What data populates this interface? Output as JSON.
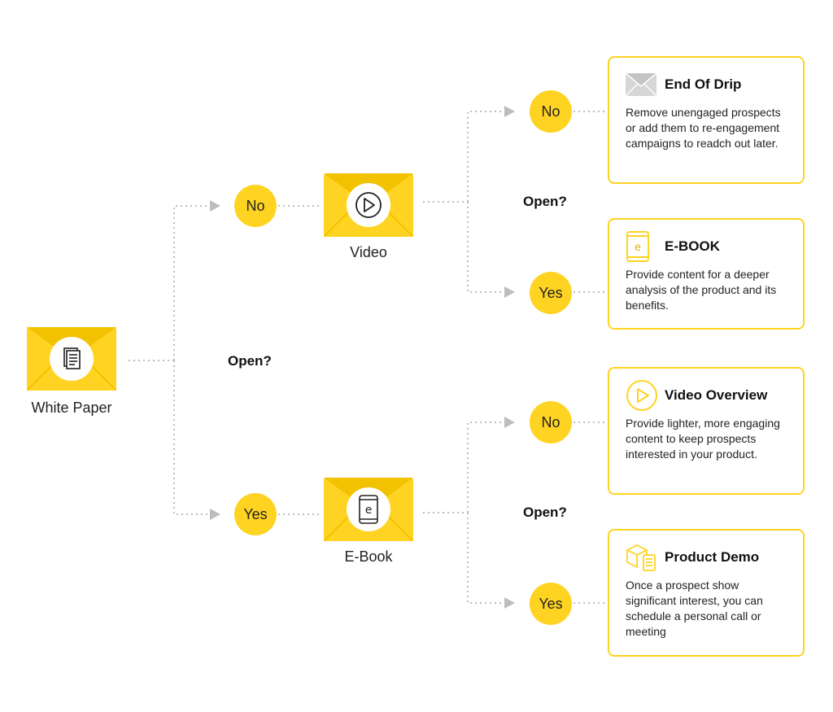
{
  "colors": {
    "accent": "#FFD321",
    "accent_dark": "#F2C200",
    "connector": "#bdbdbd"
  },
  "nodes": {
    "white_paper": {
      "label": "White Paper",
      "icon": "document-icon"
    },
    "video": {
      "label": "Video",
      "icon": "play-icon"
    },
    "ebook": {
      "label": "E-Book",
      "icon": "ebook-icon"
    }
  },
  "decisions": {
    "first": "Open?",
    "after_video": "Open?",
    "after_ebook": "Open?"
  },
  "branches": {
    "wp_no": "No",
    "wp_yes": "Yes",
    "video_no": "No",
    "video_yes": "Yes",
    "ebook_no": "No",
    "ebook_yes": "Yes"
  },
  "cards": {
    "end_of_drip": {
      "title": "End Of Drip",
      "text": "Remove unengaged prospects or add them to re-engagement campaigns to readch out later.",
      "icon": "envelope-icon"
    },
    "ebook": {
      "title": "E-BOOK",
      "text": "Provide content for a deeper analysis of the product and its benefits.",
      "icon": "ebook-icon"
    },
    "video_overview": {
      "title": "Video Overview",
      "text": "Provide lighter, more engaging content to keep prospects interested in your product.",
      "icon": "play-icon"
    },
    "product_demo": {
      "title": "Product Demo",
      "text": "Once a prospect show significant interest, you can schedule a personal call or meeting",
      "icon": "box-icon"
    }
  }
}
